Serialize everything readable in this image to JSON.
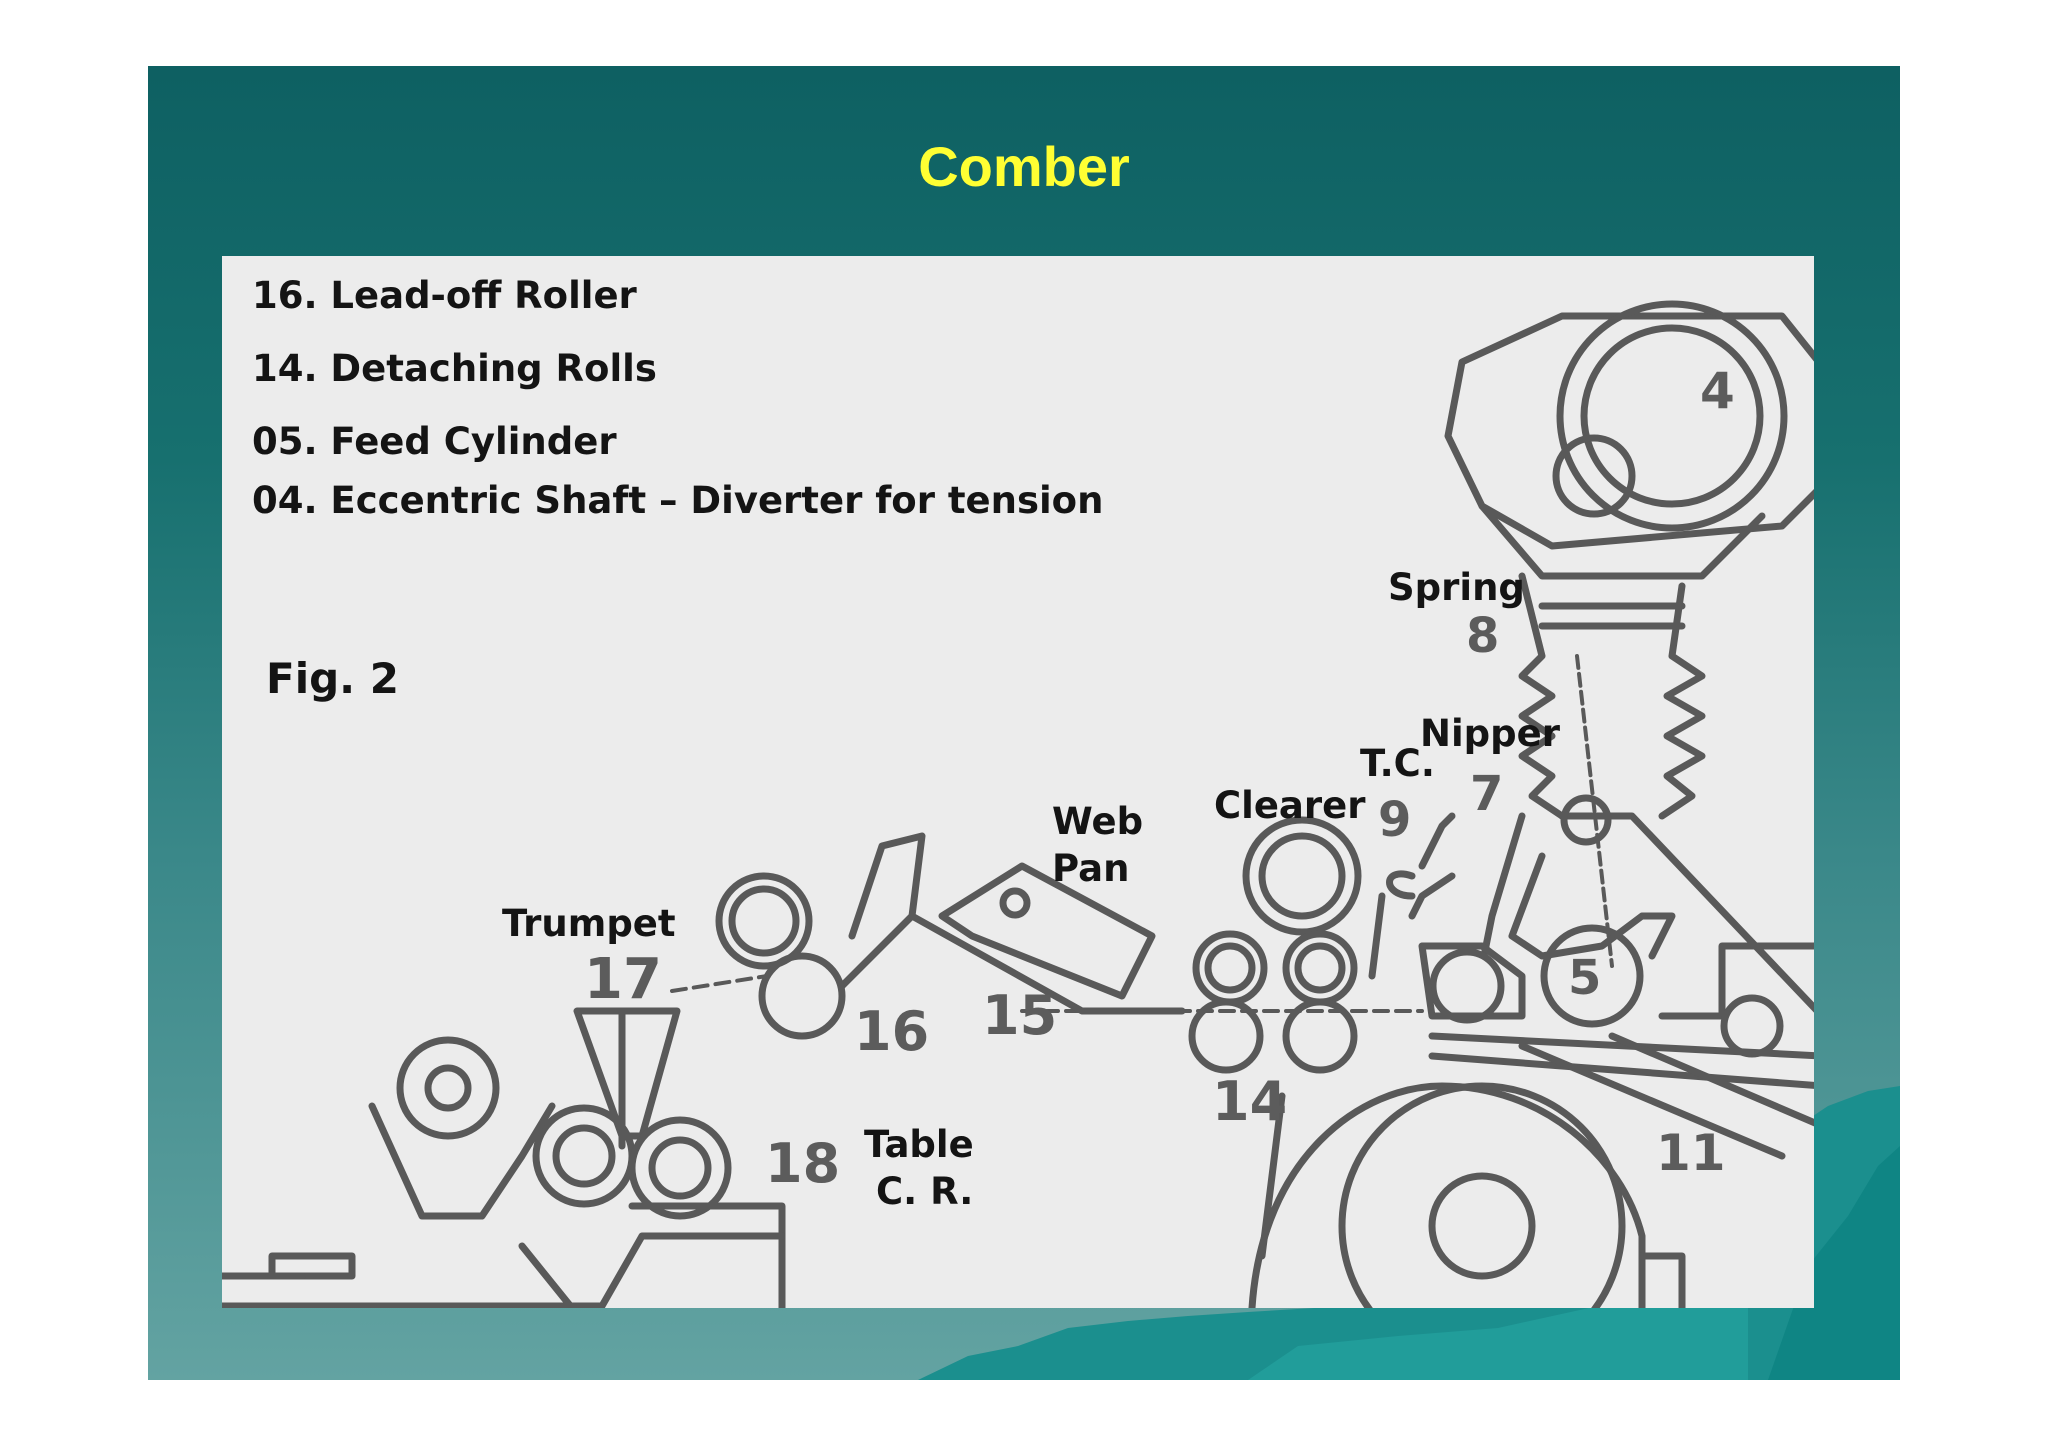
{
  "slide": {
    "title": "Comber",
    "title_color": "#ffff33",
    "background_colors": [
      "#0e6062",
      "#63a3a2"
    ]
  },
  "legend": [
    "16. Lead-off Roller",
    "14. Detaching Rolls",
    "05. Feed Cylinder",
    "04. Eccentric Shaft – Diverter for tension"
  ],
  "figure": {
    "caption": "Fig. 2",
    "labels": {
      "spring": "Spring",
      "nipper": "Nipper",
      "tc": "T.C.",
      "clearer": "Clearer",
      "web": "Web",
      "pan": "Pan",
      "trumpet": "Trumpet",
      "table": "Table",
      "cr": "C. R."
    },
    "part_numbers": [
      "4",
      "8",
      "7",
      "9",
      "5",
      "17",
      "16",
      "15",
      "14",
      "18",
      "11"
    ]
  }
}
